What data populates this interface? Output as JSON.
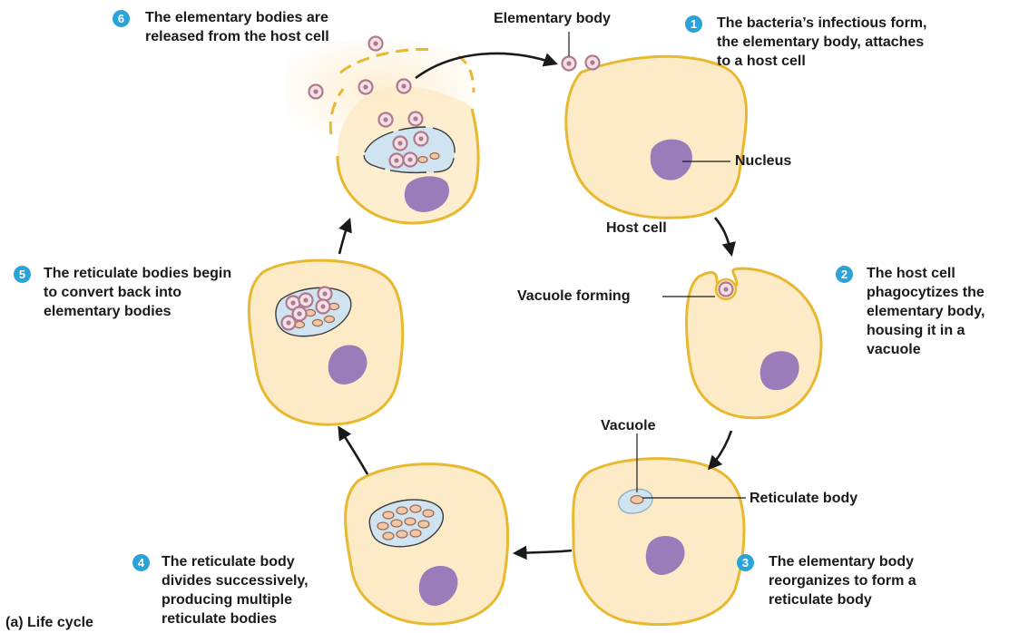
{
  "colors": {
    "cell_fill": "#fdebc8",
    "cell_stroke": "#e8b830",
    "nucleus": "#9b7cbb",
    "vacuole": "#cfe3f0",
    "elementary_ring": "#b58a9b",
    "reticulate": "#f2c6a6",
    "badge": "#2aa3d8",
    "arrow": "#1a1a1a"
  },
  "steps": [
    {
      "num": "1",
      "text": "The bacteria’s infectious form, the elementary body, attaches to a host cell"
    },
    {
      "num": "2",
      "text": "The host cell phagocytizes the elementary body, housing it in a vacuole"
    },
    {
      "num": "3",
      "text": "The elementary body reorganizes to form a reticulate body"
    },
    {
      "num": "4",
      "text": "The reticulate body divides successively, producing multiple reticulate bodies"
    },
    {
      "num": "5",
      "text": "The reticulate bodies begin to convert back into elementary bodies"
    },
    {
      "num": "6",
      "text": "The elementary bodies are released from the host cell"
    }
  ],
  "labels": {
    "elementary_body": "Elementary body",
    "nucleus": "Nucleus",
    "host_cell": "Host cell",
    "vacuole_forming": "Vacuole forming",
    "vacuole": "Vacuole",
    "reticulate_body": "Reticulate body"
  },
  "caption": "(a) Life cycle"
}
